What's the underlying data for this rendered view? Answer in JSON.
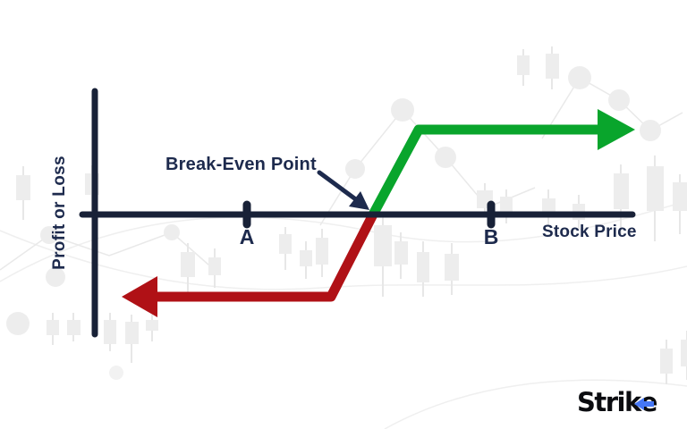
{
  "figure": {
    "title_hidden": "",
    "y_axis_label": "Profit or Loss",
    "x_axis_label": "Stock Price",
    "point_a_label": "A",
    "point_b_label": "B",
    "break_even_label": "Break-Even Point"
  },
  "logo": {
    "text_main": "Strik",
    "text_e": "e"
  },
  "colors": {
    "axis": "#182137",
    "label_navy": "#1d2a4d",
    "loss_red": "#b01116",
    "profit_green": "#09a52c",
    "logo_black": "#0b0c10",
    "logo_blue": "#4577f6",
    "watermark_gray": "#ededed"
  },
  "icons": {
    "left_arrowhead": "loss-direction-arrowhead",
    "right_arrowhead": "profit-direction-arrowhead",
    "annotation_arrowhead": "break-even-pointer-arrowhead",
    "logo_arrow": "logo-left-arrow"
  },
  "background": {
    "watermark": "faint gray candlestick and dotted line-chart shapes"
  },
  "chart_data": {
    "type": "line",
    "title": "",
    "xlabel": "Stock Price",
    "ylabel": "Profit or Loss",
    "numeric_axes": false,
    "x_tick_labels": [
      "A",
      "B"
    ],
    "x_tick_positions_fraction": [
      0.3,
      0.74
    ],
    "series": [
      {
        "name": "loss segment",
        "color": "#b01116",
        "arrow_direction": "left",
        "points_axis_fraction": [
          [
            0.07,
            -1
          ],
          [
            0.45,
            -1
          ],
          [
            0.53,
            0
          ]
        ]
      },
      {
        "name": "profit segment",
        "color": "#09a52c",
        "arrow_direction": "right",
        "points_axis_fraction": [
          [
            0.53,
            0
          ],
          [
            0.61,
            1
          ],
          [
            1.0,
            1
          ]
        ]
      }
    ],
    "annotations": [
      {
        "label": "Break-Even Point",
        "target_axis_fraction": 0.53
      }
    ],
    "legend": "none",
    "grid": false
  }
}
